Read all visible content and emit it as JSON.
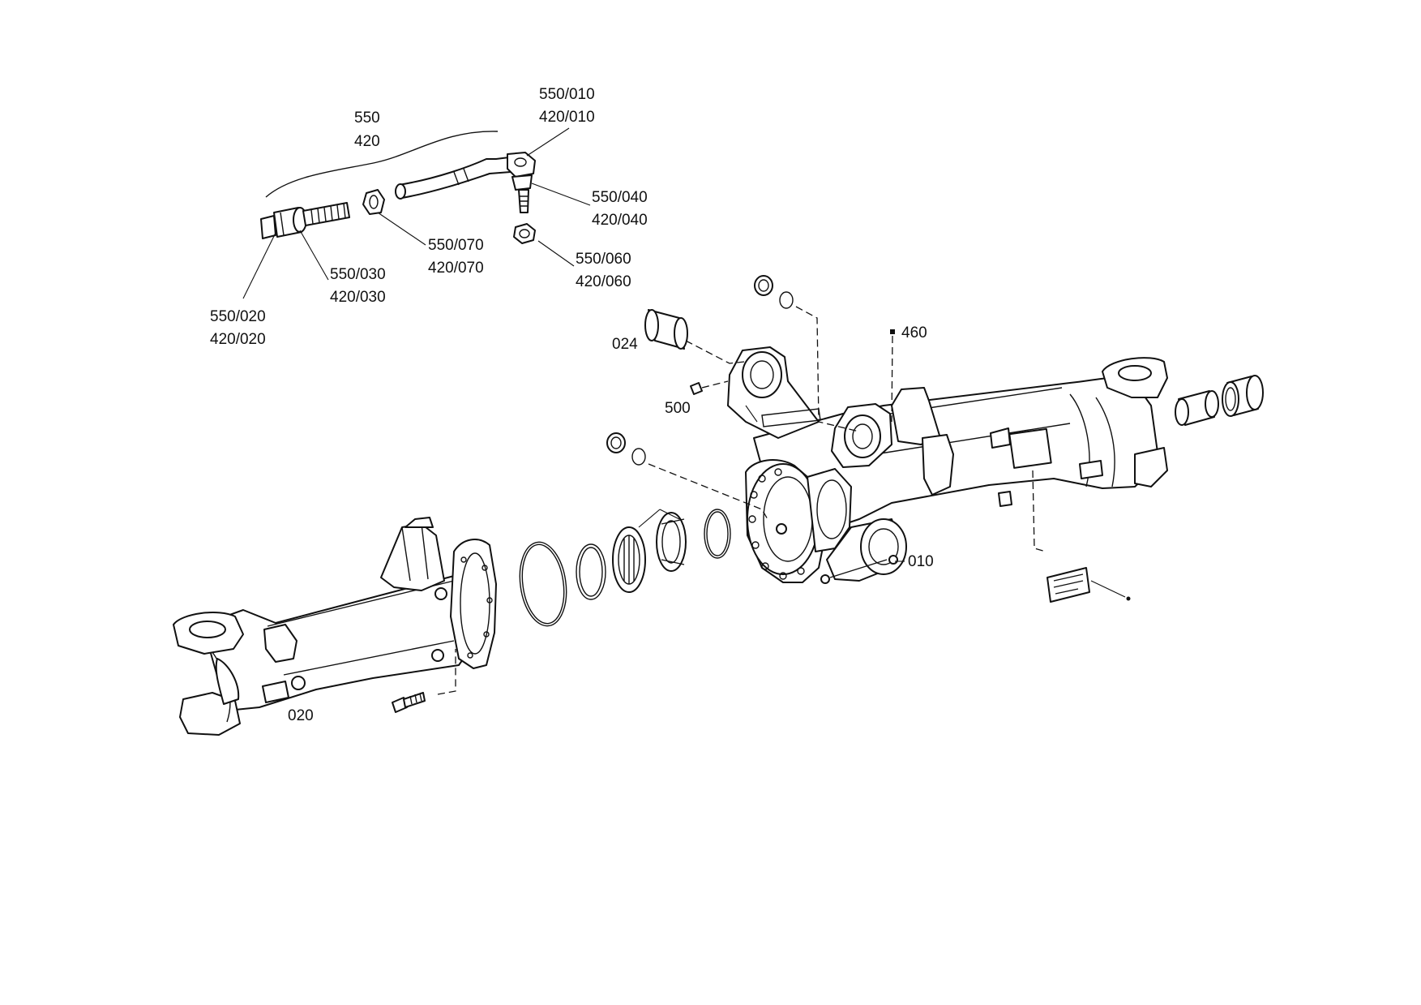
{
  "labels": {
    "tie_rod_assembly": [
      "550",
      "420"
    ],
    "tie_rod_end_outer": [
      "550/010",
      "420/010"
    ],
    "ball_joint": [
      "550/040",
      "420/040"
    ],
    "castle_nut": [
      "550/060",
      "420/060"
    ],
    "lock_nut": [
      "550/070",
      "420/070"
    ],
    "tie_rod_tube": [
      "550/030",
      "420/030"
    ],
    "tie_rod_end_inner": [
      "550/020",
      "420/020"
    ],
    "bushing_024": "024",
    "grease_nipple_500": "500",
    "breather_460": "460",
    "axle_housing_010": "010",
    "axle_half_020": "020"
  }
}
